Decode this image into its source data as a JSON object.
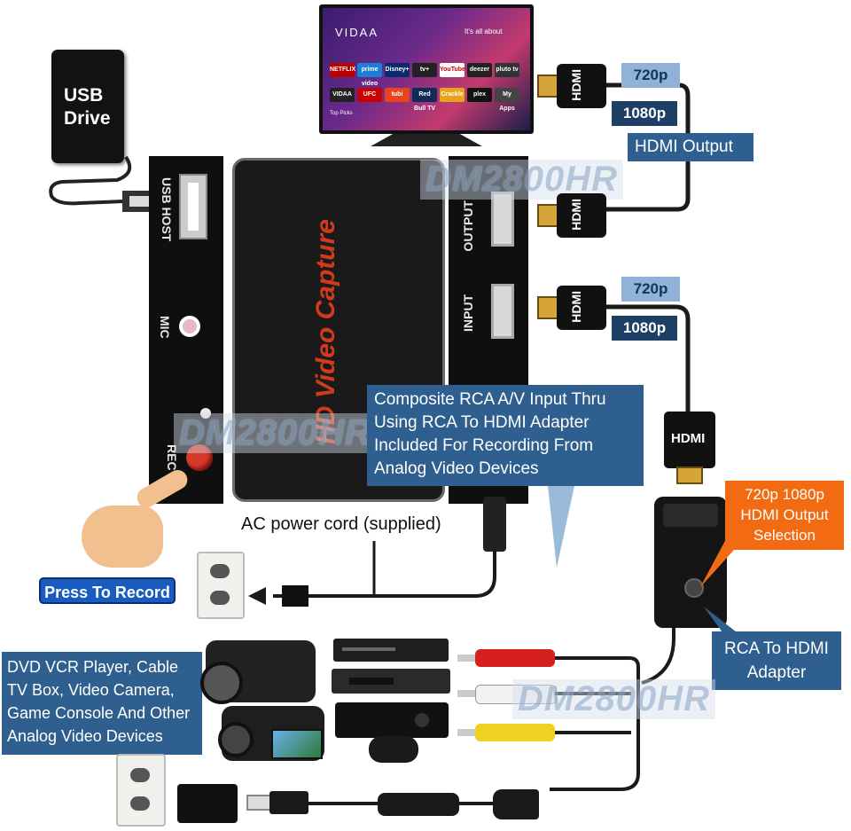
{
  "usb_drive": {
    "label_line1": "USB",
    "label_line2": "Drive"
  },
  "tv": {
    "brand": "VIDAA",
    "tagline": "It's all about",
    "apps": [
      "NETFLIX",
      "prime video",
      "Disney+",
      "tv+",
      "YouTube",
      "deezer",
      "pluto tv",
      "VIDAA",
      "UFC",
      "tubi",
      "Red Bull TV",
      "Crackle",
      "plex",
      "My Apps"
    ],
    "row_caption": "Top Picks"
  },
  "device": {
    "watermark_top": "DM2800HR",
    "watermark_left": "DM2800HR",
    "watermark_bottom": "DM2800HR",
    "left_panel": {
      "usb_host": "USB HOST",
      "mic": "MIC",
      "rec": "REC"
    },
    "top_face": "HD Video Capture",
    "right_panel": {
      "output": "OUTPUT",
      "input": "INPUT"
    }
  },
  "hdmi_output": {
    "res_top": "720p",
    "res_bottom": "1080p",
    "label": "HDMI Output",
    "plug_text": "HDMI"
  },
  "hdmi_input": {
    "res_top": "720p",
    "res_bottom": "1080p",
    "plug_text": "HDMI"
  },
  "composite_note": {
    "line1": "Composite RCA A/V Input Thru",
    "line2": "Using RCA To HDMI Adapter",
    "line3": "Included For Recording From",
    "line4": "Analog Video Devices"
  },
  "ac_power": "AC power cord (supplied)",
  "press_to_record": "Press To Record",
  "output_selection": {
    "line1": "720p 1080p",
    "line2": "HDMI Output",
    "line3": "Selection"
  },
  "adapter_label": {
    "line1": "RCA To HDMI",
    "line2": "Adapter"
  },
  "analog_devices": {
    "line1": "DVD VCR Player, Cable",
    "line2": "TV Box, Video Camera,",
    "line3": "Game Console And Other",
    "line4": "Analog Video Devices"
  },
  "colors": {
    "label_blue": "#2e5f8f",
    "tag_light": "#8fb2d6",
    "tag_dark": "#1d3f66",
    "orange": "#f26b12",
    "press_blue": "#1a5bbf"
  }
}
